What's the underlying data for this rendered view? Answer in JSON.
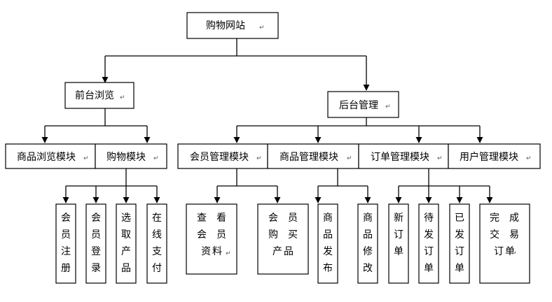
{
  "nodes": {
    "root": "购物网站",
    "frontend": "前台浏览",
    "backend": "后台管理",
    "browse_module": "商品浏览模块",
    "shopping_module": "购物模块",
    "member_mgmt": "会员管理模块",
    "product_mgmt": "商品管理模块",
    "order_mgmt": "订单管理模块",
    "user_mgmt": "用户管理模块",
    "member_register": "会员注册",
    "member_login": "会员登录",
    "select_product": "选取产品",
    "online_pay": "在线支付",
    "view_member_info": "查看会员资料",
    "member_purchases": "会员购买产品",
    "publish_product": "商品发布",
    "modify_product": "商品修改",
    "new_order": "新订单",
    "pending_order": "待发订单",
    "shipped_order": "已发订单",
    "completed_order": "完成交易订单"
  },
  "paragraph_mark": "↵"
}
